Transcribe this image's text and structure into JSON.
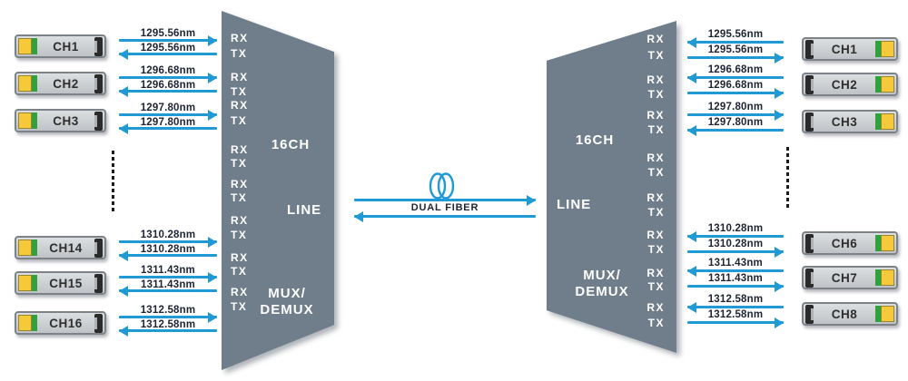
{
  "diagram": {
    "center": {
      "fiber_label": "DUAL FIBER"
    },
    "mux_left": {
      "capacity_label": "16CH",
      "line_label": "LINE",
      "mux_line1": "MUX/",
      "mux_line2": "DEMUX",
      "rx_label": "RX",
      "tx_label": "TX",
      "visible_port_pairs": 8
    },
    "mux_right": {
      "capacity_label": "16CH",
      "line_label": "LINE",
      "mux_line1": "MUX/",
      "mux_line2": "DEMUX",
      "rx_label": "RX",
      "tx_label": "TX",
      "visible_port_pairs": 8
    },
    "left_channels": [
      {
        "name": "CH1",
        "wavelength": "1295.56nm",
        "arrows": [
          "right",
          "left"
        ]
      },
      {
        "name": "CH2",
        "wavelength": "1296.68nm",
        "arrows": [
          "right",
          "left"
        ]
      },
      {
        "name": "CH3",
        "wavelength": "1297.80nm",
        "arrows": [
          "right",
          "left"
        ]
      },
      {
        "name": "CH14",
        "wavelength": "1310.28nm",
        "arrows": [
          "right",
          "left"
        ]
      },
      {
        "name": "CH15",
        "wavelength": "1311.43nm",
        "arrows": [
          "right",
          "left"
        ]
      },
      {
        "name": "CH16",
        "wavelength": "1312.58nm",
        "arrows": [
          "right",
          "left"
        ]
      }
    ],
    "right_channels": [
      {
        "name": "CH1",
        "wavelength": "1295.56nm",
        "arrows": [
          "left",
          "right"
        ]
      },
      {
        "name": "CH2",
        "wavelength": "1296.68nm",
        "arrows": [
          "left",
          "right"
        ]
      },
      {
        "name": "CH3",
        "wavelength": "1297.80nm",
        "arrows": [
          "right",
          "left"
        ]
      },
      {
        "name": "CH6",
        "wavelength": "1310.28nm",
        "arrows": [
          "left",
          "right"
        ]
      },
      {
        "name": "CH7",
        "wavelength": "1311.43nm",
        "arrows": [
          "left",
          "right"
        ]
      },
      {
        "name": "CH8",
        "wavelength": "1312.58nm",
        "arrows": [
          "left",
          "right"
        ]
      }
    ],
    "colors": {
      "arrow_blue": "#1f9ad5",
      "mux_gray": "#6f7e8a",
      "module_border": "#7d8288",
      "yellow_tab": "#f5c93a",
      "green_strip": "#2fa23d",
      "black_clip": "#2b2b2b",
      "wavelength_text": "#1e2433",
      "channel_text": "#2e2e2e",
      "mux_text": "#ffffff"
    }
  }
}
